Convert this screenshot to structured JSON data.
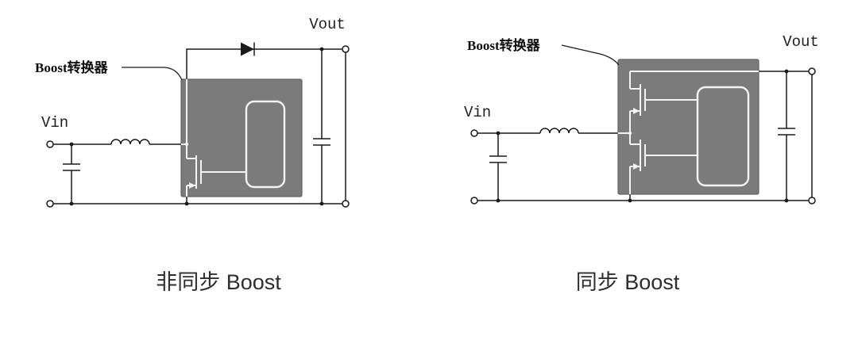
{
  "left": {
    "converter_label": "Boost转换器",
    "vin_label": "Vin",
    "vout_label": "Vout",
    "caption": "非同步 Boost"
  },
  "right": {
    "converter_label": "Boost转换器",
    "vin_label": "Vin",
    "vout_label": "Vout",
    "caption": "同步 Boost"
  },
  "components": {
    "left": [
      "input-terminal",
      "inductor",
      "input-capacitor",
      "boost-module",
      "mosfet",
      "controller-ic",
      "diode",
      "output-capacitor",
      "output-terminal"
    ],
    "right": [
      "input-terminal",
      "inductor",
      "input-capacitor",
      "boost-module",
      "high-side-mosfet",
      "low-side-mosfet",
      "controller-ic",
      "output-capacitor",
      "output-terminal"
    ]
  },
  "colors": {
    "wire": "#1a1a1a",
    "module_fill": "#7b7b7b",
    "module_stroke": "#636363",
    "inner_line": "#f4f4f4",
    "caption_color": "#2e2e2e",
    "background": "#ffffff"
  }
}
